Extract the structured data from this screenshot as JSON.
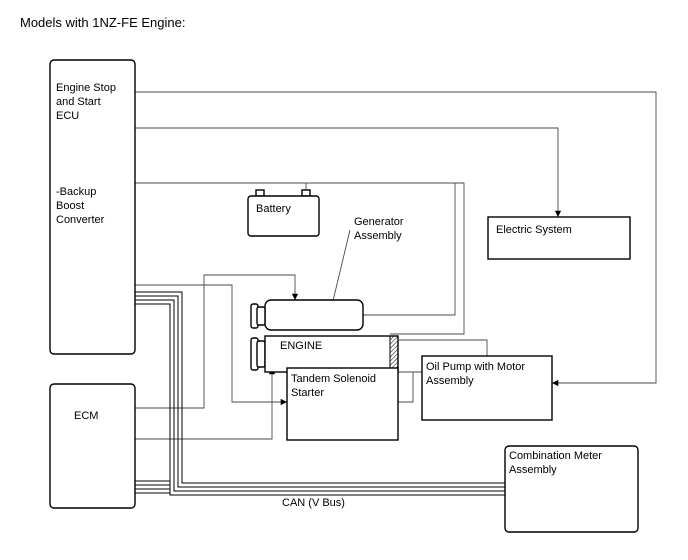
{
  "header": {
    "title": "Models with 1NZ-FE Engine:"
  },
  "components": {
    "ecu_line1": "Engine Stop",
    "ecu_line2": "and Start",
    "ecu_line3": "ECU",
    "converter_line1": "-Backup",
    "converter_line2": "Boost",
    "converter_line3": "Converter",
    "battery": "Battery",
    "generator_line1": "Generator",
    "generator_line2": "Assembly",
    "electric_system": "Electric System",
    "engine": "ENGINE",
    "oil_pump_line1": "Oil Pump with Motor",
    "oil_pump_line2": "Assembly",
    "starter_line1": "Tandem Solenoid",
    "starter_line2": "Starter",
    "ecm": "ECM",
    "meter_line1": "Combination Meter",
    "meter_line2": "Assembly"
  },
  "bus": {
    "label": "CAN (V Bus)"
  }
}
